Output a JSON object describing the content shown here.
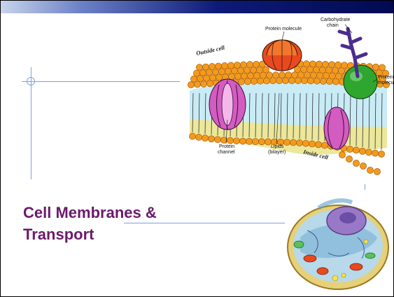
{
  "slide": {
    "title_line1": "Cell Membranes &",
    "title_line2": "Transport"
  },
  "membrane_diagram": {
    "labels": {
      "protein_molecule_top": "Protein molecule",
      "carbohydrate_line1": "Carbohydrate",
      "carbohydrate_line2": "chain",
      "outside_cell": "Outside cell",
      "protein_right_line1": "Protein",
      "protein_right_line2": "molecu",
      "protein_channel_line1": "Protein",
      "protein_channel_line2": "channel",
      "lipids_line1": "Lipids",
      "lipids_line2": "(bilayer)",
      "inside_cell": "Inside cell"
    }
  },
  "colors": {
    "title": "#6b1a6b",
    "top_bar_dark": "#020a52",
    "guide_lines": "#7f9fe0",
    "lipid_heads": "#f39a1e",
    "channel_protein": "#d35cc0",
    "protein_orange": "#e8491f",
    "protein_green": "#2fa62f",
    "carbohydrate": "#4a2d8e"
  }
}
